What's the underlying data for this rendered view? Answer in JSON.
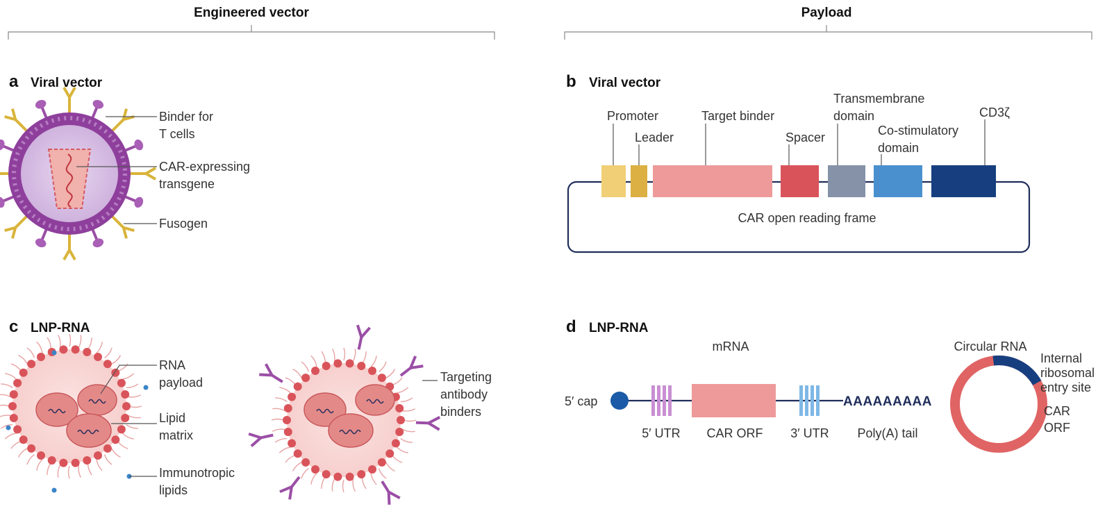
{
  "headers": {
    "left": "Engineered vector",
    "right": "Payload"
  },
  "panel_a": {
    "letter": "a",
    "title": "Viral vector",
    "labels": {
      "binder": [
        "Binder for",
        "T cells"
      ],
      "transgene": [
        "CAR-expressing",
        "transgene"
      ],
      "fusogen": "Fusogen"
    }
  },
  "panel_b": {
    "letter": "b",
    "title": "Viral vector",
    "labels": {
      "promoter": "Promoter",
      "leader": "Leader",
      "target_binder": "Target binder",
      "spacer": "Spacer",
      "transmembrane": [
        "Transmembrane",
        "domain"
      ],
      "costim": [
        "Co-stimulatory",
        "domain"
      ],
      "cd3": "CD3ζ",
      "orf": "CAR open reading frame"
    }
  },
  "panel_c": {
    "letter": "c",
    "title": "LNP-RNA",
    "labels": {
      "rna": [
        "RNA",
        "payload"
      ],
      "lipid": [
        "Lipid",
        "matrix"
      ],
      "immuno": [
        "Immunotropic",
        "lipids"
      ],
      "targeting": [
        "Targeting",
        "antibody",
        "binders"
      ]
    }
  },
  "panel_d": {
    "letter": "d",
    "title": "LNP-RNA",
    "labels": {
      "mrna": "mRNA",
      "cap": "5′ cap",
      "utr5": "5′ UTR",
      "orf": "CAR ORF",
      "utr3": "3′ UTR",
      "polya_seq": "AAAAAAAAA",
      "polya": "Poly(A) tail",
      "circ": "Circular RNA",
      "ires": [
        "Internal",
        "ribosomal",
        "entry site"
      ],
      "car_orf": [
        "CAR",
        "ORF"
      ]
    }
  },
  "colors": {
    "purple": "#9b4fa6",
    "gold": "#d9b43a",
    "salmon": "#e88a8a",
    "red": "#d9545a",
    "navy": "#173f7f",
    "blue": "#4a90cf",
    "slate": "#8592a8"
  }
}
